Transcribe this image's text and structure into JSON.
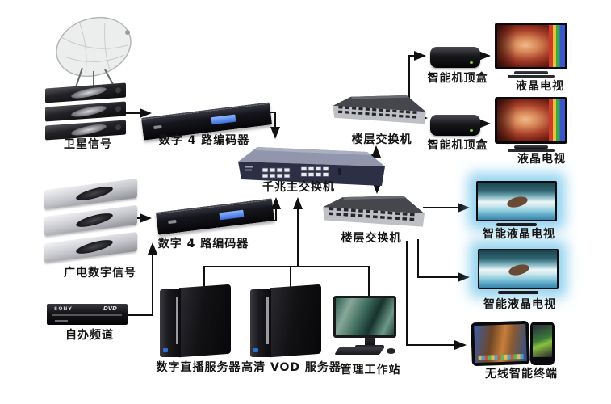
{
  "labels": {
    "satellite_signal": "卫星信号",
    "encoder": "数字 4 路编码器",
    "main_switch": "千兆主交换机",
    "floor_switch": "楼层交换机",
    "smart_stb": "智能机顶盒",
    "lcd_tv": "液晶电视",
    "cable_digital_signal": "广电数字信号",
    "self_channel": "自办频道",
    "live_server": "数字直播服务器",
    "vod_server": "高清 VOD 服务器",
    "workstation": "管理工作站",
    "smart_lcd_tv": "智能液晶电视",
    "wireless_terminal": "无线智能终端"
  },
  "device_text": {
    "dvd_brand": "SONY",
    "dvd_disc_logo": "DVD"
  },
  "colors": {
    "background": "#ffffff",
    "wire": "#111111",
    "tv_glow": "#6ec3ea",
    "encoder_display": "#5b8ff0",
    "switch_top": "#9296ac",
    "floor_switch_front": "#bfc0c6"
  }
}
